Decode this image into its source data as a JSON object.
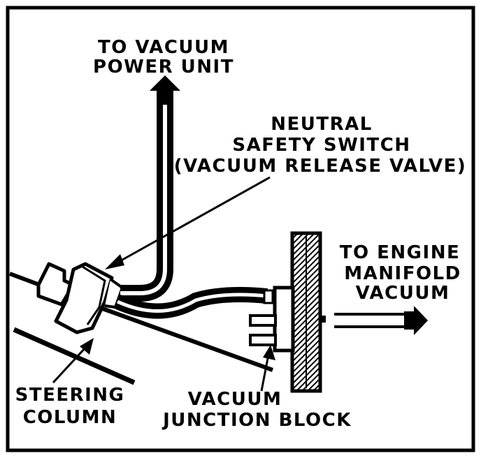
{
  "labels": {
    "vacuum_power_unit": [
      "TO VACUUM",
      "POWER UNIT"
    ],
    "neutral_safety_switch": [
      "NEUTRAL",
      "SAFETY SWITCH",
      "(VACUUM RELEASE VALVE)"
    ],
    "engine_manifold_vacuum": [
      "TO ENGINE",
      "MANIFOLD",
      "VACUUM"
    ],
    "steering_column": [
      "STEERING",
      "COLUMN"
    ],
    "vacuum_junction_block": [
      "VACUUM",
      "JUNCTION BLOCK"
    ]
  },
  "colors": {
    "ink": "#000000",
    "paper": "#ffffff"
  }
}
